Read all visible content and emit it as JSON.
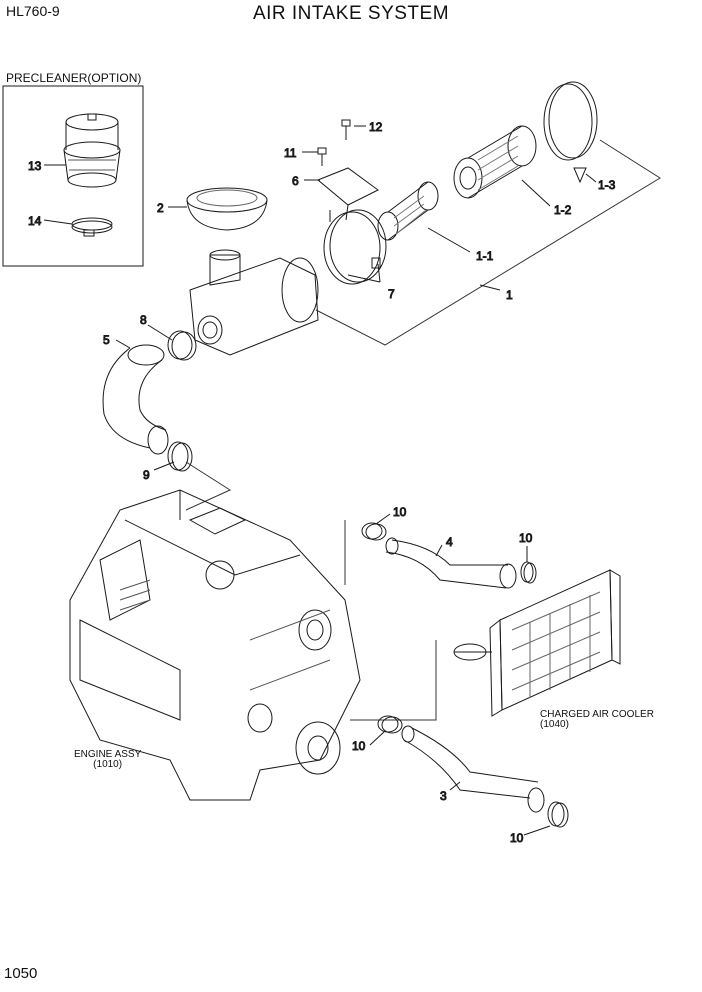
{
  "header": {
    "model": "HL760-9",
    "title": "AIR INTAKE SYSTEM"
  },
  "footer": {
    "page_number": "1050"
  },
  "labels": {
    "precleaner": "PRECLEANER(OPTION)",
    "engine_assy_line1": "ENGINE ASSY",
    "engine_assy_line2": "(1010)",
    "charged_air_cooler_line1": "CHARGED AIR COOLER",
    "charged_air_cooler_line2": "(1040)"
  },
  "callouts": {
    "c1": "1",
    "c1_1": "1-1",
    "c1_2": "1-2",
    "c1_3": "1-3",
    "c2": "2",
    "c3": "3",
    "c4": "4",
    "c5": "5",
    "c6": "6",
    "c7": "7",
    "c8": "8",
    "c9": "9",
    "c10a": "10",
    "c10b": "10",
    "c10c": "10",
    "c10d": "10",
    "c11": "11",
    "c12": "12",
    "c13": "13",
    "c14": "14"
  }
}
